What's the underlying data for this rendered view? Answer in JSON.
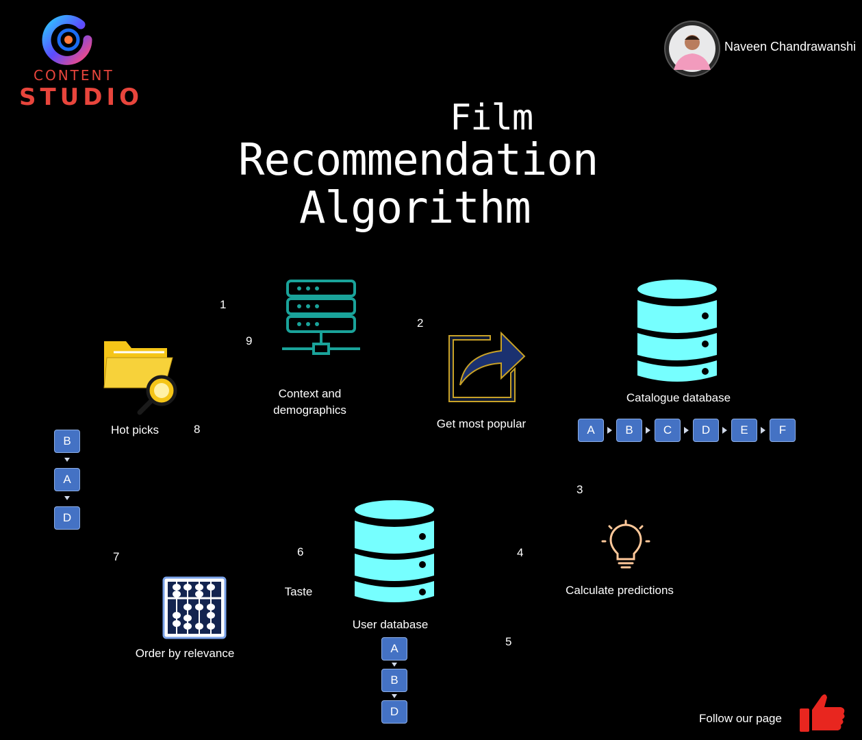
{
  "logo": {
    "line1": "CONTENT",
    "line2": "STUDIO"
  },
  "author": {
    "name": "Naveen Chandrawanshi"
  },
  "title": {
    "line1": "Film",
    "line2": "Recommendation",
    "line3": "Algorithm"
  },
  "nodes": {
    "context": {
      "label_line1": "Context and",
      "label_line2": "demographics"
    },
    "popular": {
      "label": "Get most popular"
    },
    "catalogue": {
      "label": "Catalogue database"
    },
    "predictions": {
      "label": "Calculate predictions"
    },
    "user_db": {
      "label": "User database"
    },
    "taste": {
      "label": "Taste"
    },
    "order": {
      "label": "Order by relevance"
    },
    "hot_picks": {
      "label": "Hot picks"
    }
  },
  "step_numbers": [
    "1",
    "2",
    "3",
    "4",
    "5",
    "6",
    "7",
    "8",
    "9"
  ],
  "catalogue_items": [
    "A",
    "B",
    "C",
    "D",
    "E",
    "F"
  ],
  "user_items": [
    "A",
    "B",
    "D"
  ],
  "hot_items": [
    "B",
    "A",
    "D"
  ],
  "footer": {
    "follow": "Follow our page"
  },
  "colors": {
    "background": "#000000",
    "database": "#76ffff",
    "server": "#1aa39a",
    "folder": "#f5c518",
    "box": "#4472c4",
    "brand": "#e8453c",
    "thumb": "#e8261f"
  },
  "icons": [
    "server-icon",
    "share-arrow-icon",
    "database-icon",
    "lightbulb-icon",
    "abacus-icon",
    "folder-search-icon",
    "thumbs-up-icon",
    "logo-icon"
  ]
}
